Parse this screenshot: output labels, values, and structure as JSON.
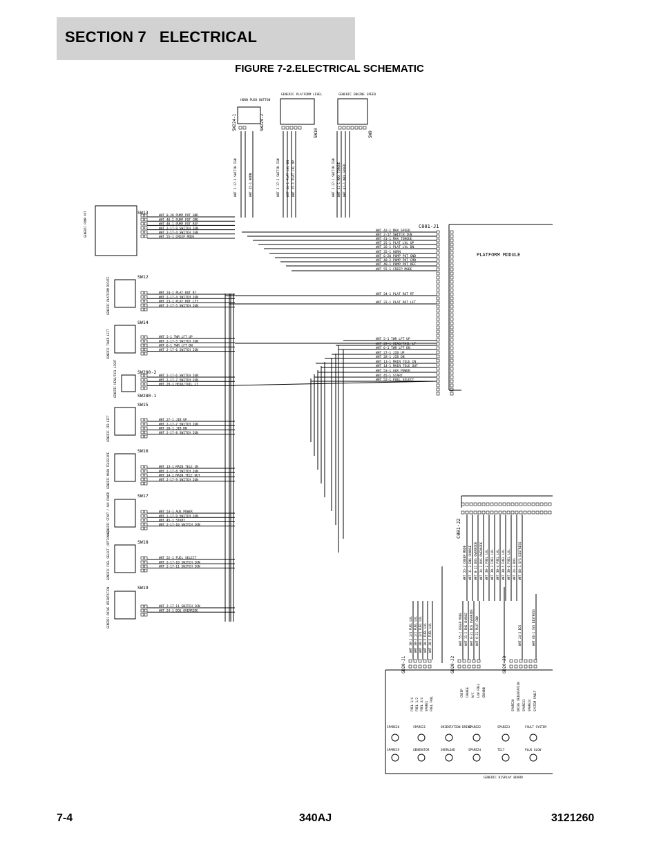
{
  "header": {
    "section": "SECTION 7   ELECTRICAL"
  },
  "figure": {
    "title": "FIGURE 7-2.ELECTRICAL SCHEMATIC"
  },
  "footer": {
    "page": "7-4",
    "model": "340AJ",
    "doc_number": "3121260"
  },
  "schematic": {
    "platform_module_label": "PLATFORM MODULE",
    "connector_j1": "C001-J1",
    "connector_j2": "C001-J2",
    "top_devices": {
      "horn": "HORN PUSH BUTTON",
      "platform_level": "GENERIC PLATFORM LEVEL",
      "engine_speed": "GENERIC ENGINE SPEED",
      "sw224_1": "SW224-1",
      "sw224_2": "SW224-2",
      "sw10": "SW10",
      "sw9": "SW9"
    },
    "top_wires": [
      "WHT 2-17-3 SWITCH IGN",
      "WHT 35-1 HORN",
      "WHT 2-17-2 SWITCH IGN",
      "WHT 26-1 PLAT LVL DN",
      "WHT 25-1 PLAT LVL UP",
      "WHT 2-17-1 SWITCH IGN",
      "WHT 41-1 MAX TORQUE",
      "WHT 42-1 MAX SPEED"
    ],
    "left_devices": [
      {
        "sw": "SW13",
        "name": "GENERIC PUMP POT",
        "wires": [
          "WHT 0-20 PUMP POT GND",
          "WHT 40-2 PUMP POT CMD",
          "WHT 40-1 PUMP POT REF",
          "WHT 2-17-9 SWITCH IGN",
          "WHT 2-17-4 SWITCH IGN",
          "WHT 55-1 CREEP MODE"
        ]
      },
      {
        "sw": "SW12",
        "name": "GENERIC PLATFORM ROTATE",
        "wires": [
          "WHT 24-1 PLAT ROT RT",
          "WHT 2-17-4 SWITCH IGN",
          "WHT 23-1 PLAT ROT LFT",
          "WHT 2-17-5 SWITCH IGN"
        ]
      },
      {
        "sw": "SW14",
        "name": "GENERIC TOWER LIFT",
        "wires": [
          "WHT 5-1 TWR LFT UP",
          "WHT 2-17-5 SWITCH IGN",
          "WHT 6-1 TWR LFT DN",
          "WHT 2-17-6 SWITCH IGN"
        ]
      },
      {
        "sw": "SW280-2",
        "sw2": "SW280-1",
        "name": "GENERIC HEAD/TAIL LIGHT",
        "wires": [
          "WHT 2-17-6 SWITCH IGN",
          "WHT 2-17-7 SWITCH IGN",
          "WHT 29-1 HEAD/TAIL LT"
        ]
      },
      {
        "sw": "SW15",
        "name": "GENERIC JIB LIFT",
        "wires": [
          "WHT 27-1 JIB UP",
          "WHT 2-17-7 SWITCH IGN",
          "WHT 28-1 JIB DN",
          "WHT 2-17-8 SWITCH IGN"
        ]
      },
      {
        "sw": "SW16",
        "name": "GENERIC MAIN TELESCOPE",
        "wires": [
          "WHT 13-1 MAIN TELE IN",
          "WHT 2-17-8 SWITCH IGN",
          "WHT 14-1 MAIN TELE OUT",
          "WHT 2-17-9 SWITCH IGN"
        ]
      },
      {
        "sw": "SW17",
        "name": "GENERIC START / AUX POWER",
        "wires": [
          "WHT 53-1 AUX POWER",
          "WHT 2-17-9 SWITCH IGN",
          "WHT 45-1 START",
          "WHT 2-17-10 SWITCH IGN"
        ]
      },
      {
        "sw": "SW18",
        "name": "GENERIC FUEL SELECT (OPTIONAL)",
        "wires": [
          "WHT 52-1 FUEL SELECT",
          "WHT 2-17-10 SWITCH IGN",
          "WHT 2-17-11 SWITCH IGN"
        ]
      },
      {
        "sw": "SW19",
        "name": "GENERIC DRIVE ORIENTATION",
        "wires": [
          "WHT 2-17-11 SWITCH IGN",
          "WHT 24-1 DOS OVERRIDE"
        ]
      }
    ],
    "j1_wires": [
      "WHT 42-1 MAX SPEED",
      "WHT 2-17 SWITCH IGN",
      "WHT 41-1 MAX TORQUE",
      "WHT 25-1 PLAT LVL UP",
      "WHT 26-1 PLAT LVL DN",
      "WHT 35-1 HORN",
      "WHT 0-20 PUMP POT GND",
      "WHT 40-2 PUMP POT CMD",
      "WHT 40-1 PUMP POT REF",
      "WHT 55-1 CREEP MODE",
      "WHT 24-1 PLAT ROT RT",
      "WHT 23-1 PLAT ROT LFT",
      "WHT 5-1 TWR LFT UP",
      "WHT 29-1 HEAD/TAIL LT",
      "WHT 6-1 TWR LFT DN",
      "WHT 27-1 JIB UP",
      "WHT 28-1 JIB DN",
      "WHT 13-1 MAIN TELE IN",
      "WHT 14-1 MAIN TELE OUT",
      "WHT 53-1 AUX POWER",
      "WHT 45-1 START",
      "WHT 52-1 FUEL SELECT"
    ],
    "j2_wires": [
      "WHT 55-2 CREEP MODE",
      "WHT 31-2 ENG CHARGE",
      "WHT 0-21 DOS OVERRIDE",
      "WHT 34-1 DOS OVERRIDE",
      "WHT 30-2 FUEL LVL",
      "WHT 30-3 FUEL LVL",
      "WHT 30-4 FUEL LVL",
      "WHT 30-5 FUEL LVL",
      "WHT 30-6 FUEL LVL",
      "WHT 24-3 DOS",
      "WHT 66-1 SYS DISTRESS"
    ],
    "gd_connectors": [
      "GD20-J1",
      "GD20-J2",
      "GD20-J3"
    ],
    "gd_wires_j1": [
      "WHT 30-2 1/4 FUEL LVL",
      "WHT 30-3 1/2 FUEL LVL",
      "WHT 30-4 3/4 FUEL LVL",
      "WHT 30-5 FUEL LVL",
      "WHT 30-6 FUEL LVL"
    ],
    "gd_wires_j2": [
      "WHT 55-2 CREEP MODE",
      "WHT 31-2 ENG CHARGE",
      "WHT 0-21 DOS OVERRIDE",
      "WHT 0-21 PLAT GND"
    ],
    "gd_wires_j3": [
      "WHT 24-3 DOS",
      "WHT 66-1 SYS DISTRESS"
    ],
    "board_pins_j1": [
      "FUEL 1/4",
      "FUEL 1/2",
      "FUEL 3/4",
      "SPARE1",
      "FUEL FULL"
    ],
    "board_pins_j2": [
      "CREEP",
      "CHARGE",
      "N/C",
      "LOW FUEL",
      "GROUND"
    ],
    "board_pins_j3": [
      "SPARE20",
      "DRIVE ORIENTATION",
      "SPARE23",
      "SPARE24",
      "SYSTEM FAULT"
    ],
    "board_leds_row1": [
      "SPARE20",
      "SPARE21",
      "ORIENTATION DRIVE",
      "SPARE22",
      "SPARE23",
      "FAULT SYSTEM"
    ],
    "board_leds_row2": [
      "SPARE19",
      "GENERATOR",
      "OVERLOAD",
      "SPARE24",
      "TILT",
      "PLUG GLOW"
    ],
    "board_name": "GENERIC DISPLAY BOARD"
  }
}
